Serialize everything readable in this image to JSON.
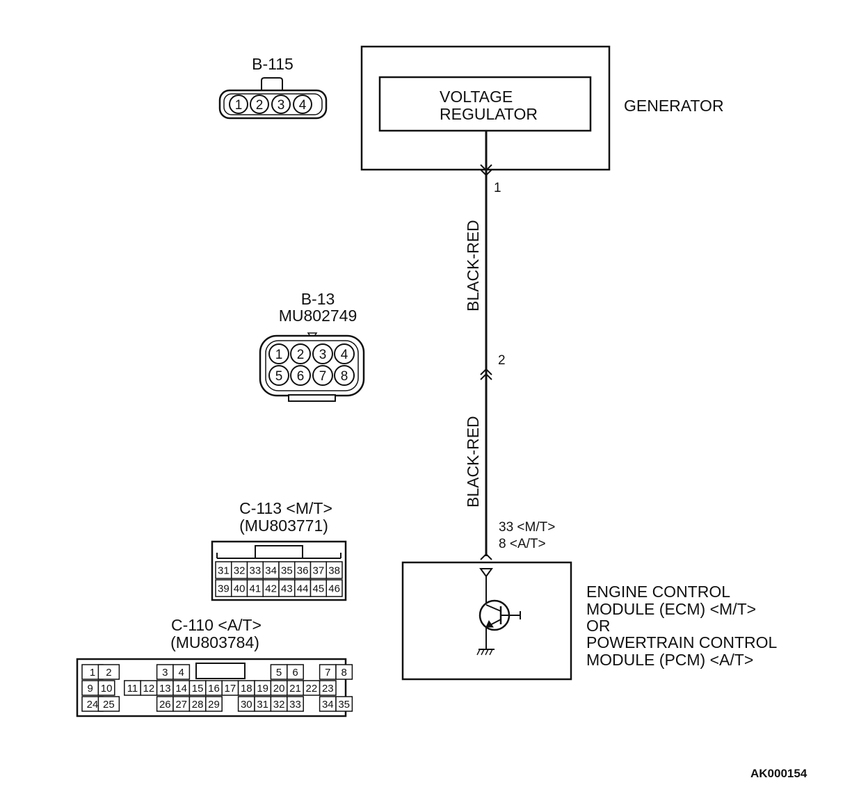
{
  "connectors": {
    "b115": {
      "name": "B-115",
      "pins": [
        "1",
        "2",
        "3",
        "4"
      ]
    },
    "b13": {
      "name": "B-13",
      "part": "MU802749",
      "pins_top": [
        "1",
        "2",
        "3",
        "4"
      ],
      "pins_bottom": [
        "5",
        "6",
        "7",
        "8"
      ]
    },
    "c113": {
      "name": "C-113 <M/T>",
      "part": "(MU803771)",
      "row1": [
        "31",
        "32",
        "33",
        "34",
        "35",
        "36",
        "37",
        "38"
      ],
      "row2": [
        "39",
        "40",
        "41",
        "42",
        "43",
        "44",
        "45",
        "46"
      ]
    },
    "c110": {
      "name": "C-110 <A/T>",
      "part": "(MU803784)",
      "row1": [
        "1",
        "2",
        "3",
        "4",
        "5",
        "6",
        "7",
        "8"
      ],
      "row2": [
        "9",
        "10",
        "11",
        "12",
        "13",
        "14",
        "15",
        "16",
        "17",
        "18",
        "19",
        "20",
        "21",
        "22",
        "23"
      ],
      "row3": [
        "24",
        "25",
        "26",
        "27",
        "28",
        "29",
        "30",
        "31",
        "32",
        "33",
        "34",
        "35"
      ]
    }
  },
  "generator": {
    "label": "GENERATOR",
    "regulator_line1": "VOLTAGE",
    "regulator_line2": "REGULATOR"
  },
  "wire": {
    "pin_top": "1",
    "color_upper": "BLACK-RED",
    "pin_mid": "2",
    "color_lower": "BLACK-RED",
    "pin_ecm_mt": "33 <M/T>",
    "pin_ecm_at": "8 <A/T>"
  },
  "ecm": {
    "line1": "ENGINE CONTROL",
    "line2": "MODULE (ECM) <M/T>",
    "line3": "OR",
    "line4": "POWERTRAIN CONTROL",
    "line5": "MODULE (PCM) <A/T>"
  },
  "figure_code": "AK000154"
}
